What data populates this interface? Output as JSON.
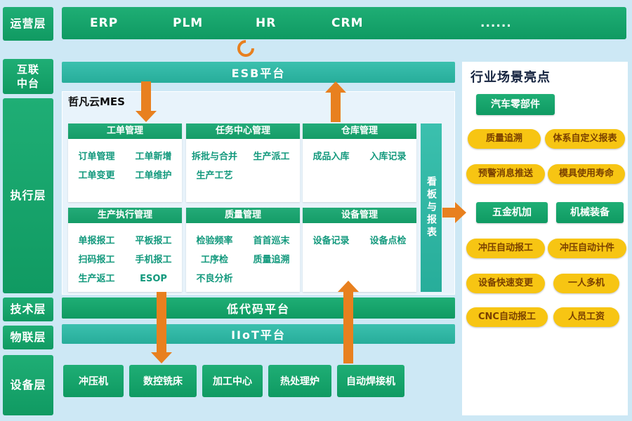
{
  "layer_labels": [
    "运营层",
    "互联\n中台",
    "执行层",
    "技术层",
    "物联层",
    "设备层"
  ],
  "top_systems": [
    "ERP",
    "PLM",
    "HR",
    "CRM",
    "......"
  ],
  "esb": {
    "label": "ESB平台"
  },
  "mes": {
    "title": "哲凡云MES",
    "kanban_label": "看板与报表",
    "modules": [
      {
        "title": "工单管理",
        "items": [
          "订单管理",
          "工单新增",
          "工单变更",
          "工单维护"
        ]
      },
      {
        "title": "任务中心管理",
        "items": [
          "拆批与合并",
          "生产派工",
          "生产工艺"
        ]
      },
      {
        "title": "仓库管理",
        "items": [
          "成品入库",
          "入库记录"
        ]
      },
      {
        "title": "生产执行管理",
        "items": [
          "单报报工",
          "平板报工",
          "扫码报工",
          "手机报工",
          "生产返工",
          "ESOP"
        ]
      },
      {
        "title": "质量管理",
        "items": [
          "检验频率",
          "首首巡末",
          "工序检",
          "质量追溯",
          "不良分析"
        ]
      },
      {
        "title": "设备管理",
        "items": [
          "设备记录",
          "设备点检"
        ]
      }
    ]
  },
  "lowcode": {
    "label": "低代码平台"
  },
  "iiot": {
    "label": "IIoT平台"
  },
  "devices": [
    "冲压机",
    "数控铣床",
    "加工中心",
    "热处理炉",
    "自动焊接机"
  ],
  "right_panel": {
    "title": "行业场景亮点",
    "auto_parts_label": "汽车零部件",
    "auto_parts_pills": [
      "质量追溯",
      "体系自定义报表",
      "预警消息推送",
      "模具使用寿命"
    ],
    "hardware_label": "五金机加",
    "machinery_label": "机械装备",
    "shared_pills": [
      "冲压自动报工",
      "冲压自动计件",
      "设备快速变更",
      "一人多机",
      "CNC自动报工",
      "人员工资"
    ]
  },
  "colors": {
    "green": "#17a36c",
    "teal": "#2fb7a5",
    "orange": "#e8801f",
    "yellow": "#f7c513",
    "pilltext": "#7a4000",
    "itemtext": "#13997d",
    "titledark": "#15233f"
  }
}
